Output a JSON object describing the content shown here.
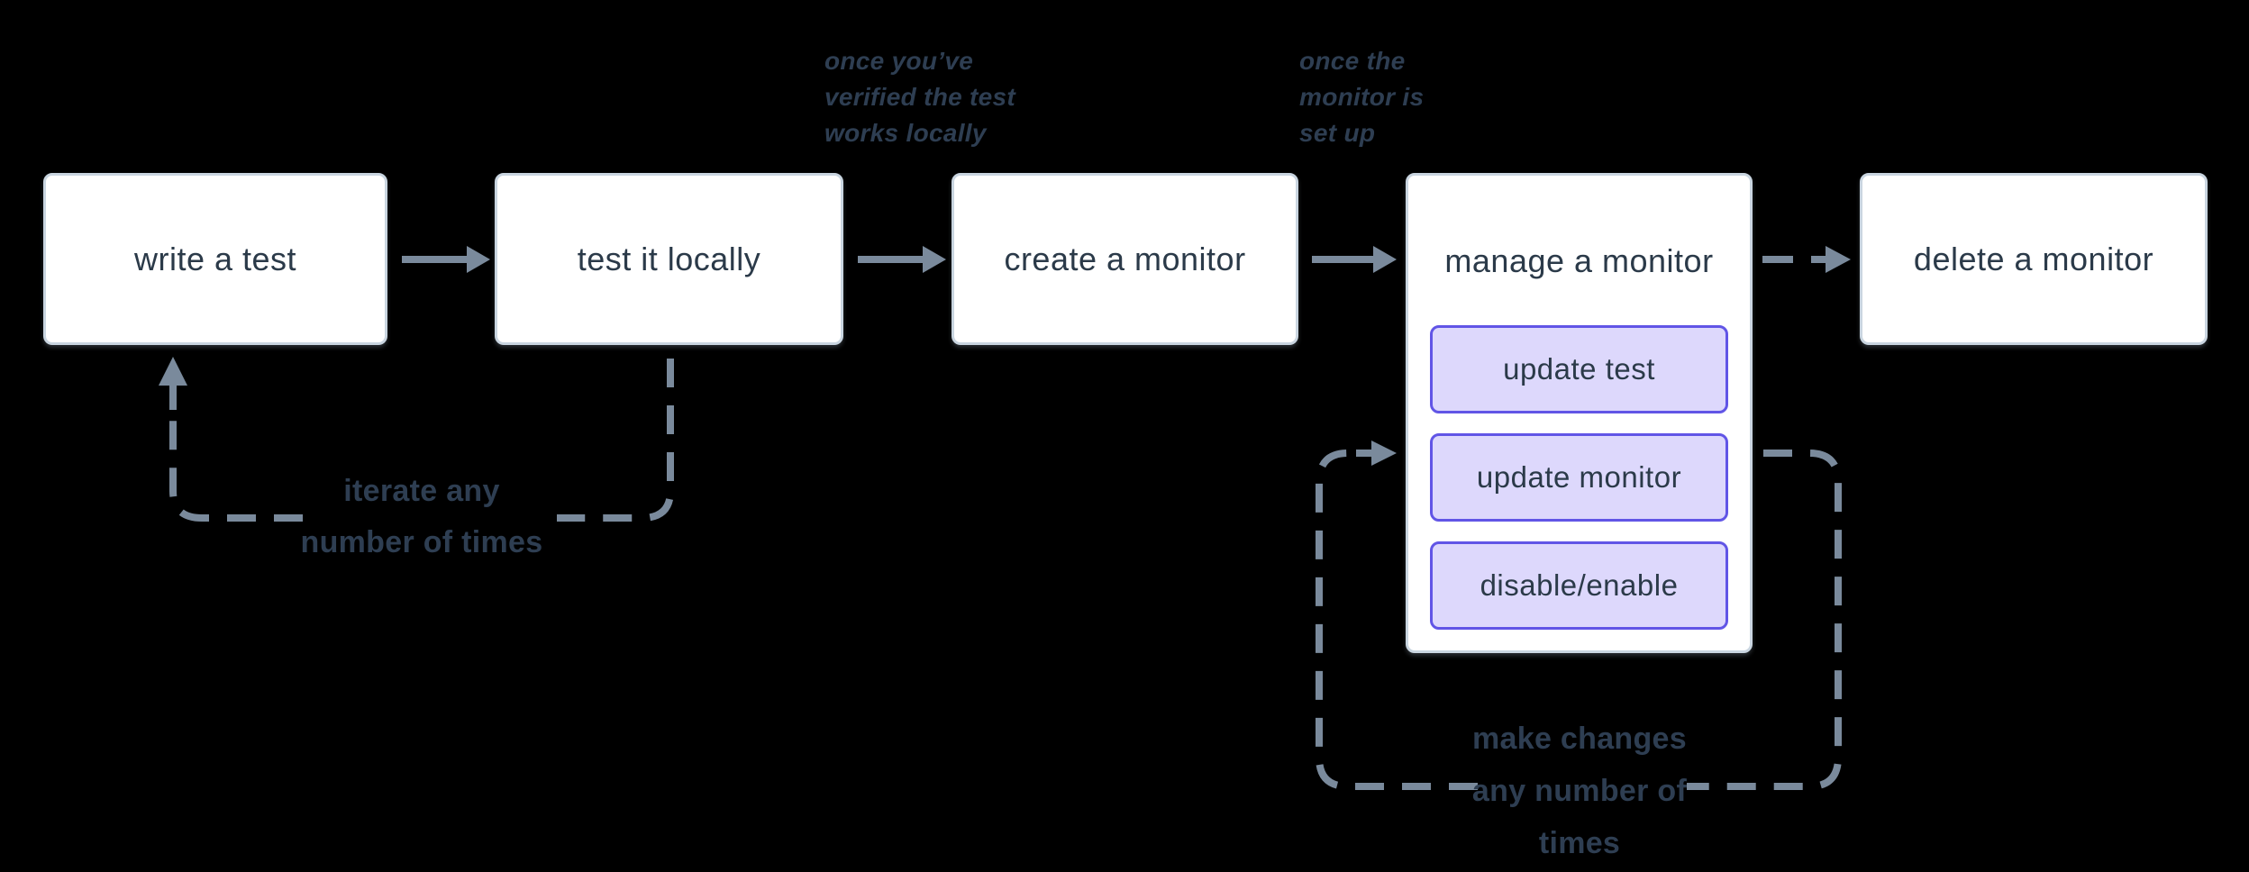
{
  "colors": {
    "background": "#000000",
    "box_fill": "#ffffff",
    "box_border": "#c9d5e0",
    "text_dark": "#2b3a49",
    "label_dark": "#2e3e52",
    "arrow": "#7a8a9c",
    "sub_box_fill": "#ddd8fc",
    "sub_box_border": "#6155e6"
  },
  "flow": {
    "nodes": [
      {
        "id": "write-test",
        "label": "write a test"
      },
      {
        "id": "test-locally",
        "label": "test it locally"
      },
      {
        "id": "create-monitor",
        "label": "create a monitor"
      },
      {
        "id": "manage-monitor",
        "label": "manage a monitor",
        "children": [
          {
            "id": "update-test",
            "label": "update test"
          },
          {
            "id": "update-monitor",
            "label": "update monitor"
          },
          {
            "id": "disable-enable",
            "label": "disable/enable"
          }
        ]
      },
      {
        "id": "delete-monitor",
        "label": "delete a monitor"
      }
    ],
    "edges": [
      {
        "from": "write-test",
        "to": "test-locally",
        "style": "solid-arrow"
      },
      {
        "from": "test-locally",
        "to": "create-monitor",
        "style": "solid-arrow"
      },
      {
        "from": "create-monitor",
        "to": "manage-monitor",
        "style": "solid-arrow"
      },
      {
        "from": "manage-monitor",
        "to": "delete-monitor",
        "style": "dashed-arrow"
      },
      {
        "from": "test-locally",
        "to": "write-test",
        "style": "dashed-loop",
        "label": "iterate any number of times"
      },
      {
        "from": "manage-monitor",
        "to": "manage-monitor",
        "style": "dashed-loop",
        "label": "make changes any number of times"
      }
    ],
    "annotations": [
      {
        "id": "verified-locally",
        "lines": [
          "once you’ve",
          "verified the test",
          "works locally"
        ]
      },
      {
        "id": "monitor-setup",
        "lines": [
          "once the",
          "monitor is",
          "set up"
        ]
      }
    ],
    "loop_labels": [
      {
        "id": "iterate",
        "lines": [
          "iterate any",
          "number of times"
        ]
      },
      {
        "id": "make-changes",
        "lines": [
          "make changes",
          "any number of",
          "times"
        ]
      }
    ]
  }
}
